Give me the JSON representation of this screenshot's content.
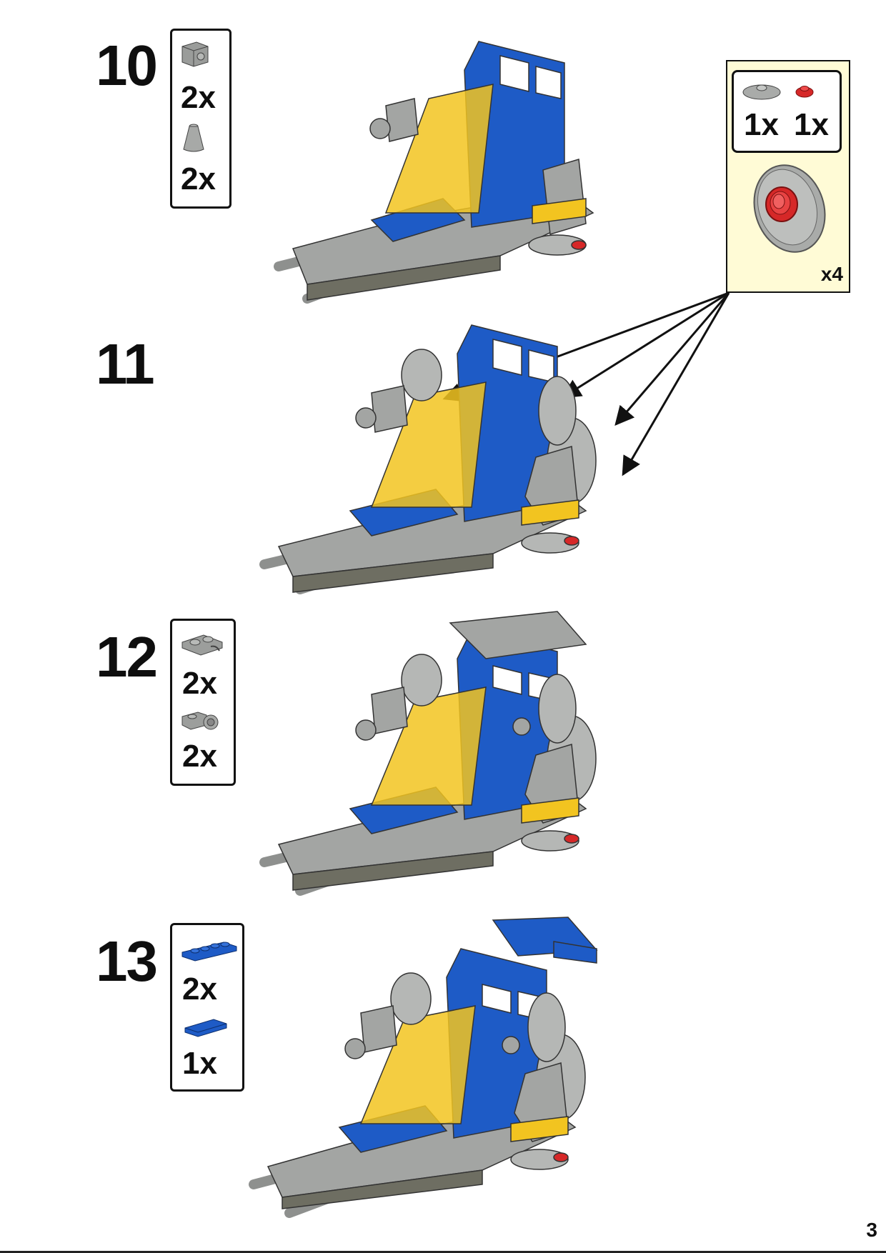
{
  "steps": [
    {
      "number": "10",
      "parts": [
        {
          "icon": "grey-brick-with-stud-icon",
          "qty": "2x"
        },
        {
          "icon": "grey-cone-icon",
          "qty": "2x"
        }
      ]
    },
    {
      "number": "11",
      "parts": []
    },
    {
      "number": "12",
      "parts": [
        {
          "icon": "grey-clip-plate-icon",
          "qty": "2x"
        },
        {
          "icon": "grey-round-plate-icon",
          "qty": "2x"
        }
      ]
    },
    {
      "number": "13",
      "parts": [
        {
          "icon": "blue-plate-1x4-icon",
          "qty": "2x"
        },
        {
          "icon": "blue-tile-1x2-icon",
          "qty": "1x"
        }
      ]
    }
  ],
  "callout": {
    "parts": [
      {
        "icon": "grey-dish-icon",
        "qty": "1x"
      },
      {
        "icon": "red-round-plate-icon",
        "qty": "1x"
      }
    ],
    "multiplier": "x4"
  },
  "page": {
    "number": "3"
  },
  "colors": {
    "blue": "#1e5bc6",
    "yellow": "#f2c420",
    "grey": "#a3a5a3",
    "dark_grey": "#6e6e62",
    "red": "#d62828",
    "callout_bg": "#fffbd6"
  }
}
